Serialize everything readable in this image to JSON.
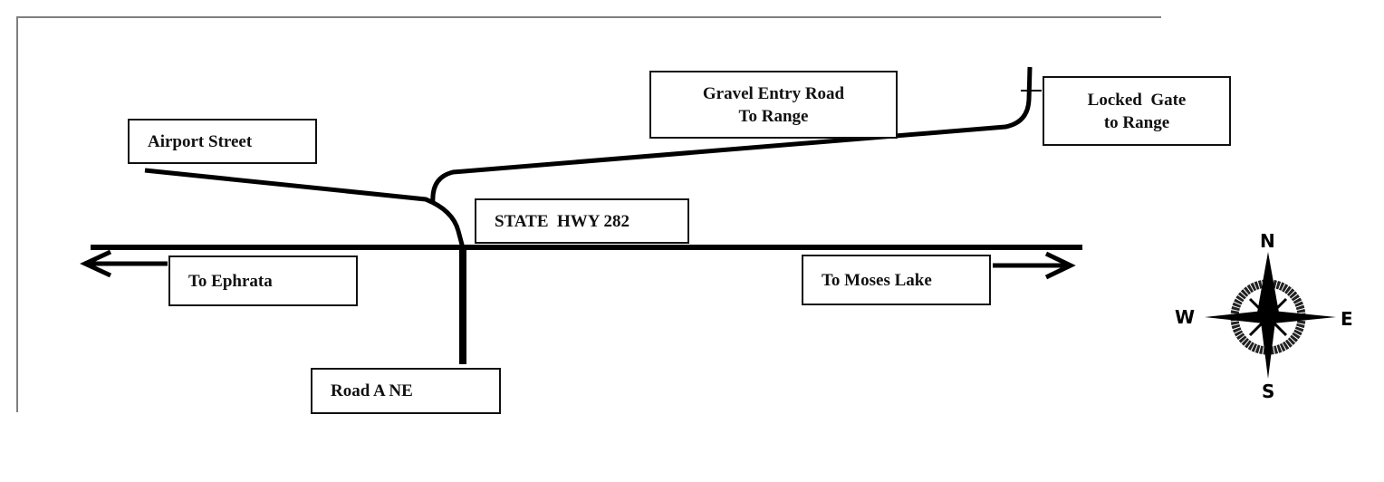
{
  "labels": {
    "airport_street": "Airport Street",
    "gravel_line1": "Gravel Entry Road",
    "gravel_line2": "To Range",
    "gate_line1": "Locked  Gate",
    "gate_line2": "to Range",
    "highway": "STATE  HWY 282",
    "ephrata": "To Ephrata",
    "moses_lake": "To Moses Lake",
    "road_a": "Road A NE"
  },
  "compass": {
    "n": "N",
    "s": "S",
    "e": "E",
    "w": "W"
  }
}
